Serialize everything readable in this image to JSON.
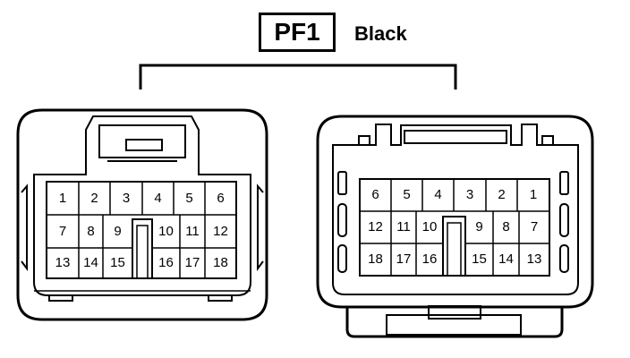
{
  "connector": {
    "code": "PF1",
    "color": "Black"
  },
  "left_connector": {
    "rows": [
      [
        "1",
        "2",
        "3",
        "4",
        "5",
        "6"
      ],
      [
        "7",
        "8",
        "9",
        "10",
        "11",
        "12"
      ],
      [
        "13",
        "14",
        "15",
        "16",
        "17",
        "18"
      ]
    ]
  },
  "right_connector": {
    "rows": [
      [
        "6",
        "5",
        "4",
        "3",
        "2",
        "1"
      ],
      [
        "12",
        "11",
        "10",
        "9",
        "8",
        "7"
      ],
      [
        "18",
        "17",
        "16",
        "15",
        "14",
        "13"
      ]
    ]
  }
}
